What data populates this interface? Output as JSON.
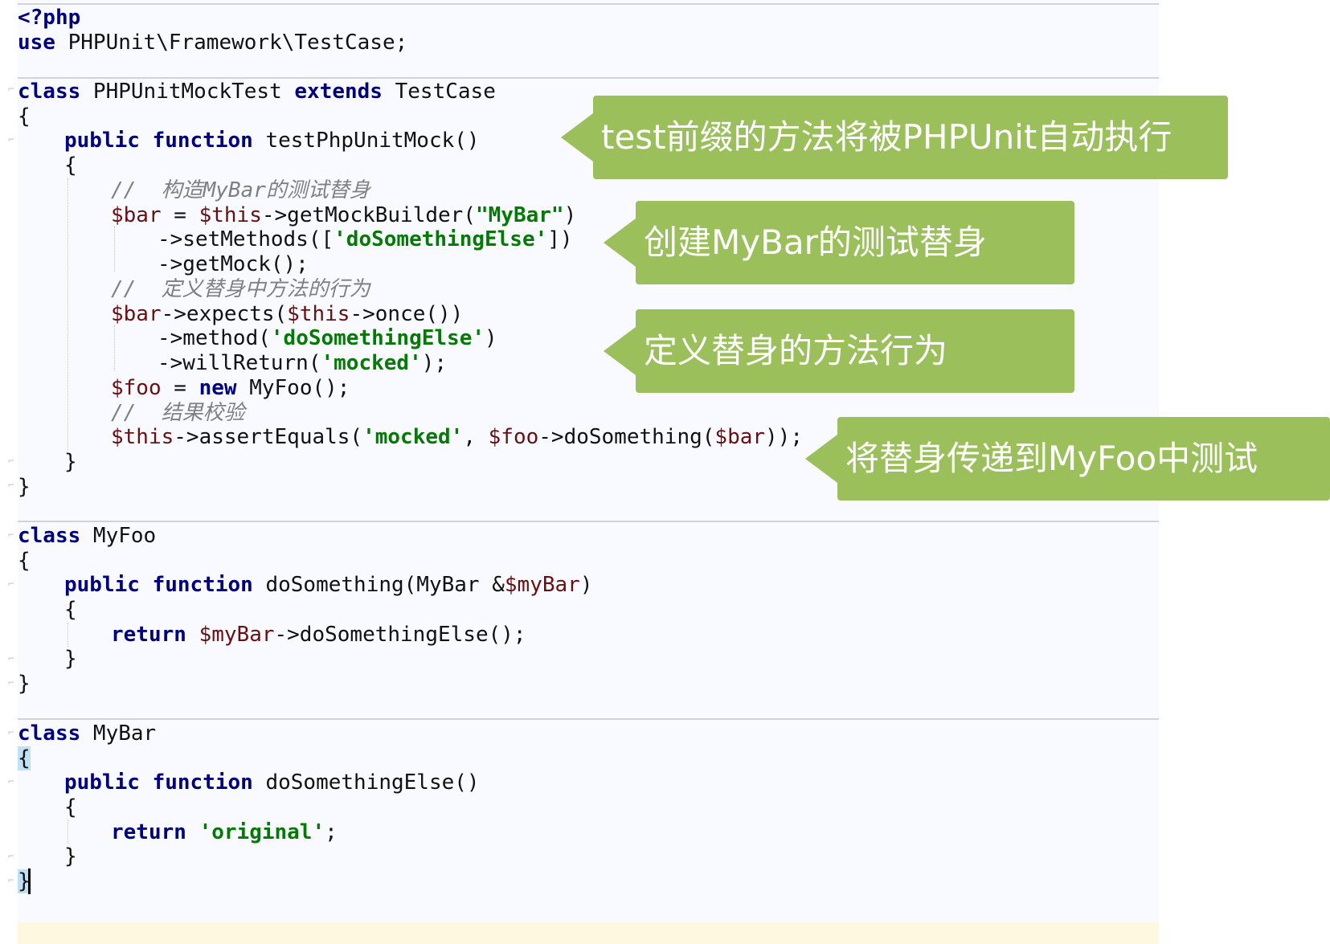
{
  "code": {
    "l1": "<?php",
    "l2_kw": "use",
    "l2_rest": " PHPUnit\\Framework\\TestCase;",
    "c1_kw": "class",
    "c1_name": " PHPUnitMockTest ",
    "c1_ext": "extends",
    "c1_base": " TestCase",
    "open_brace": "{",
    "close_brace": "}",
    "pub": "public",
    "func": "function",
    "m1_name": " testPhpUnitMock()",
    "cmt1_a": "//  构造",
    "cmt1_b": "MyBar",
    "cmt1_c": "的测试替身",
    "bar_var": "$bar",
    "eq": " = ",
    "this_var": "$this",
    "get_mock_builder": "->getMockBuilder(",
    "mybar_str": "\"MyBar\"",
    "close_paren": ")",
    "set_methods": "->setMethods([",
    "do_else_str": "'doSomethingElse'",
    "close_arr": "])",
    "get_mock": "->getMock();",
    "cmt2": "//  定义替身中方法的行为",
    "expects": "->expects(",
    "once": "->once())",
    "method": "->method(",
    "will_return": "->willReturn(",
    "mocked_str": "'mocked'",
    "close_stmt": ");",
    "foo_var": "$foo",
    "new_kw": "new",
    "new_rest": " MyFoo();",
    "cmt3": "//  结果校验",
    "assert_equals": "->assertEquals(",
    "comma": ", ",
    "do_something_call": "->doSomething(",
    "end_call": "));",
    "c2_name": " MyFoo",
    "m2_name": " doSomething(MyBar &",
    "mybar_var": "$myBar",
    "return_kw": "return",
    "ret_call": "->doSomethingElse();",
    "c3_name": " MyBar",
    "m3_name": " doSomethingElse()",
    "original_str": "'original'",
    "semi": ";",
    "space": " "
  },
  "callouts": [
    "test前缀的方法将被PHPUnit自动执行",
    "创建MyBar的测试替身",
    "定义替身的方法行为",
    "将替身传递到MyFoo中测试"
  ],
  "colors": {
    "callout_bg": "#9bbf5b",
    "keyword": "#00007f",
    "string": "#037a03",
    "variable": "#6a0f0f",
    "comment": "#808080"
  }
}
